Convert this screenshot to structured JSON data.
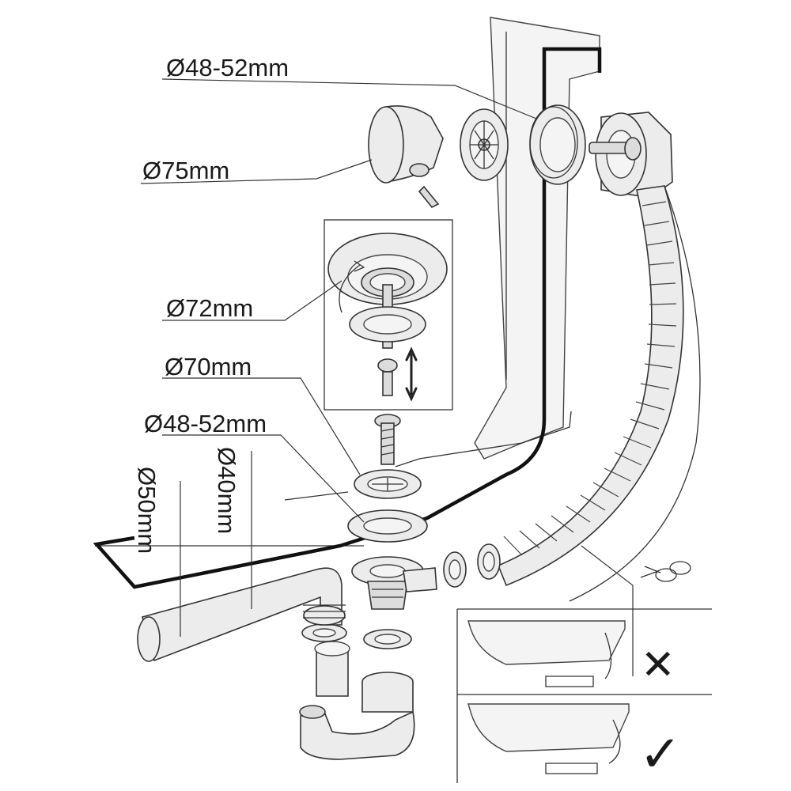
{
  "labels": {
    "overflow_diameter": "Ø48-52mm",
    "cap_diameter": "Ø75mm",
    "plug_diameter": "Ø72mm",
    "strainer_diameter": "Ø70mm",
    "drain_diameter": "Ø48-52mm",
    "pipe_outer_diameter": "Ø50mm",
    "pipe_inner_diameter": "Ø40mm"
  },
  "installation_check": {
    "wrong_mark": "✕",
    "correct_mark": "✓"
  }
}
